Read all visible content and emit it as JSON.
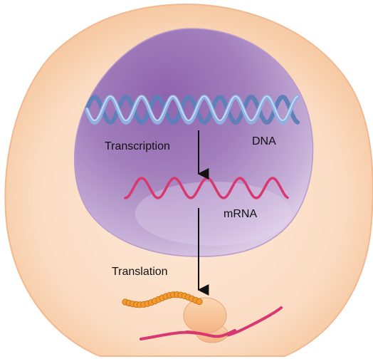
{
  "labels": {
    "dna": "DNA",
    "transcription": "Transcription",
    "mrna": "mRNA",
    "translation": "Translation"
  },
  "colors": {
    "cell_fill": "#fbe2cc",
    "cell_edge": "#f4bf95",
    "nucleus_fill": "#a07bb7",
    "dna_strand": "#7f9fd4",
    "mrna_strand": "#d8386f",
    "ribosome": "#f9c89c",
    "peptide": "#f39a2e",
    "arrow": "#111111"
  },
  "peptide_bead_count": 21
}
